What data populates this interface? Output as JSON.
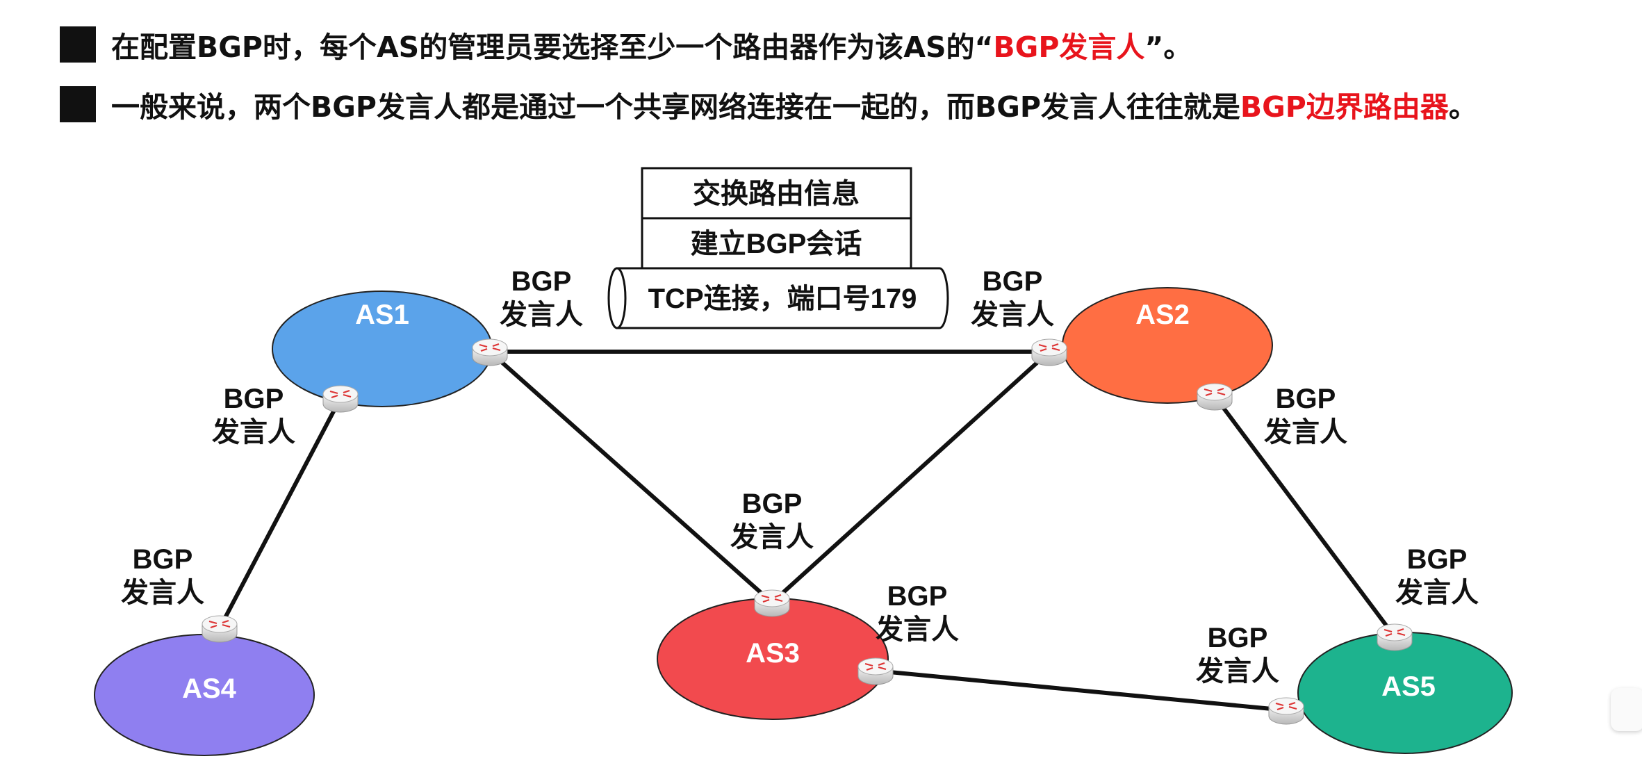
{
  "bullets": [
    {
      "text_before": "在配置BGP时，每个AS的管理员要选择至少一个路由器作为该AS的“",
      "highlight": "BGP发言人",
      "text_after": "”。"
    },
    {
      "text_before": "一般来说，两个BGP发言人都是通过一个共享网络连接在一起的，而BGP发言人往往就是",
      "highlight": "BGP边界路由器",
      "text_after": "。"
    }
  ],
  "protocol_stack": {
    "layer_top": "交换路由信息",
    "layer_middle": "建立BGP会话",
    "layer_bottom": "TCP连接，端口号179"
  },
  "as_names": {
    "as1": "AS1",
    "as2": "AS2",
    "as3": "AS3",
    "as4": "AS4",
    "as5": "AS5"
  },
  "speaker_label": {
    "line1": "BGP",
    "line2": "发言人"
  },
  "colors": {
    "as1": "#5ba3ea",
    "as2": "#ff6e43",
    "as3": "#f24a4e",
    "as4": "#8f7ff0",
    "as5": "#1db38e",
    "highlight": "#e8141c"
  },
  "icons": {
    "router": "router-icon",
    "video": "tv-play-icon"
  }
}
